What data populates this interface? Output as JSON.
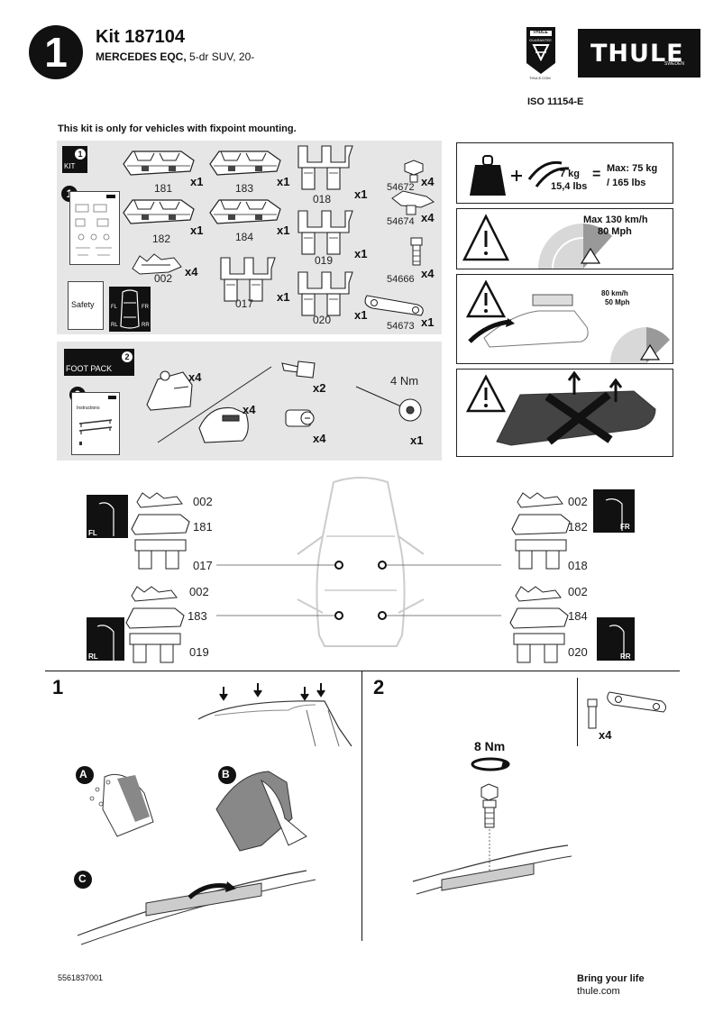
{
  "header": {
    "step": "1",
    "kit": "Kit 187104",
    "vehicle_make": "MERCEDES EQC,",
    "vehicle_spec": " 5-dr SUV, 20-",
    "guarantee_top": "THULE",
    "guarantee_mid": "GUARANTEE",
    "guarantee_bottom": "THULE.COM",
    "logo": "THULE",
    "logo_sub": "SWEDEN",
    "iso": "ISO 11154-E"
  },
  "notice": "This kit is only for vehicles with fixpoint mounting.",
  "kit_panel": {
    "badge_num": "1",
    "badge_label": "KIT",
    "doc_num": "1",
    "safety": "Safety",
    "pos": {
      "fl": "FL",
      "fr": "FR",
      "rl": "RL",
      "rr": "RR"
    },
    "parts": [
      {
        "code": "181",
        "qty": "x1"
      },
      {
        "code": "183",
        "qty": "x1"
      },
      {
        "code": "018",
        "qty": "x1"
      },
      {
        "code": "54672",
        "qty": "x4"
      },
      {
        "code": "182",
        "qty": "x1"
      },
      {
        "code": "184",
        "qty": "x1"
      },
      {
        "code": "019",
        "qty": "x1"
      },
      {
        "code": "54674",
        "qty": "x4"
      },
      {
        "code": "002",
        "qty": "x4"
      },
      {
        "code": "017",
        "qty": "x1"
      },
      {
        "code": "020",
        "qty": "x1"
      },
      {
        "code": "54666",
        "qty": "x4"
      },
      {
        "code": "54673",
        "qty": "x1"
      }
    ]
  },
  "foot_panel": {
    "badge_num": "2",
    "badge_label": "FOOT PACK",
    "doc_num": "2",
    "instructions": "Instructions",
    "foot1_qty": "x4",
    "foot2_qty": "x4",
    "key_qty": "x2",
    "lock_qty": "x4",
    "tool_torque": "4 Nm",
    "tool_qty": "x1"
  },
  "load_box": {
    "weight": "7 kg",
    "weight_lbs": "15,4 lbs",
    "eq": "=",
    "max": "Max: 75 kg",
    "max_lbs": "/ 165 lbs"
  },
  "speed_box": {
    "line1": "Max  130 km/h",
    "line2": "80 Mph"
  },
  "speed2_box": {
    "line1": "80 km/h",
    "line2": "50 Mph"
  },
  "layout_diagram": {
    "fl": "FL",
    "fr": "FR",
    "rl": "RL",
    "rr": "RR",
    "fl_parts": [
      "002",
      "181",
      "017"
    ],
    "fr_parts": [
      "002",
      "182",
      "018"
    ],
    "rl_parts": [
      "002",
      "183",
      "019"
    ],
    "rr_parts": [
      "002",
      "184",
      "020"
    ]
  },
  "step1": {
    "num": "1",
    "a": "A",
    "b": "B",
    "c": "C"
  },
  "step2": {
    "num": "2",
    "torque": "8 Nm",
    "qty": "x4"
  },
  "footer": {
    "code": "5561837001",
    "slogan": "Bring your life",
    "url": "thule.com"
  }
}
